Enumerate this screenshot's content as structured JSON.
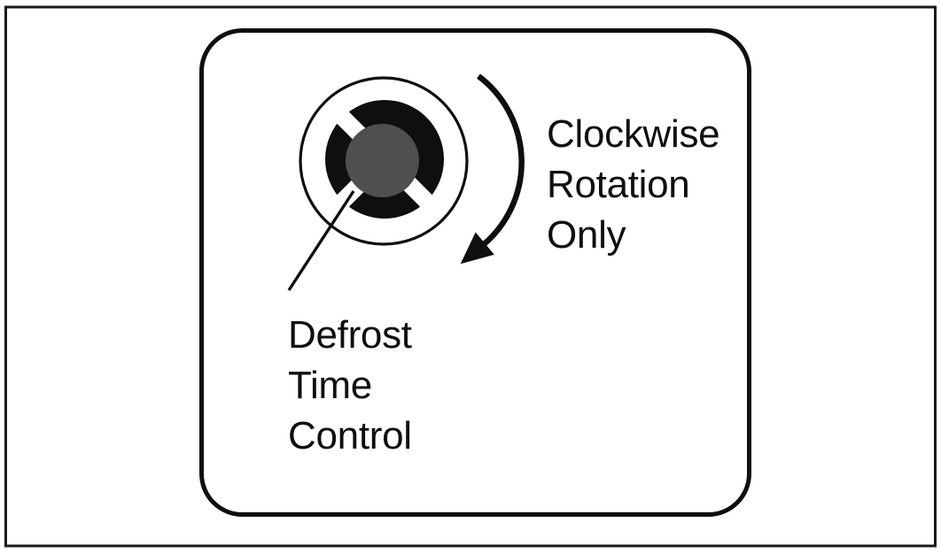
{
  "figure": {
    "rotation_note": {
      "line1": "Clockwise",
      "line2": "Rotation",
      "line3": "Only"
    },
    "knob_label": {
      "line1": "Defrost",
      "line2": "Time",
      "line3": "Control"
    }
  },
  "colors": {
    "ink": "#0f0f0f",
    "frame": "#1a1a1a",
    "knob_center": "#4f4f4f",
    "background": "#ffffff"
  }
}
